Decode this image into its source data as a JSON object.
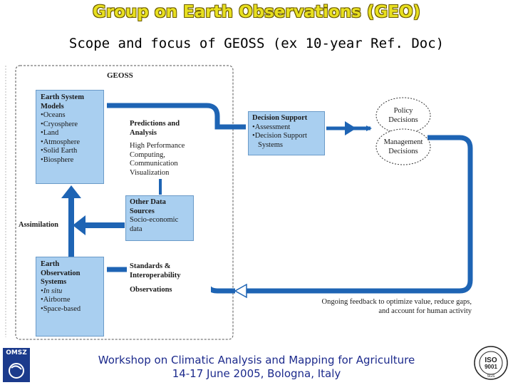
{
  "header": {
    "title": "Group on Earth Observations (GEO)",
    "subtitle": "Scope and focus of GEOSS (ex 10-year Ref. Doc)"
  },
  "diagram": {
    "frame_label": "GEOSS",
    "earth_system_models": {
      "title_line1": "Earth System",
      "title_line2": "Models",
      "items": [
        "Oceans",
        "Cryosphere",
        "Land",
        "Atmosphere",
        "Solid Earth",
        "Biosphere"
      ]
    },
    "predictions": {
      "title_line1": "Predictions and",
      "title_line2": "Analysis",
      "hpc_lines": [
        "High Performance",
        "Computing,",
        "Communication",
        "Visualization"
      ]
    },
    "other_data": {
      "lines": [
        "Other Data",
        "Sources"
      ],
      "socio_line1": "Socio-economic",
      "socio_line2": "data"
    },
    "assimilation": "Assimilation",
    "standards": {
      "line1": "Standards &",
      "line2": "Interoperability",
      "observations": "Observations"
    },
    "earth_observation_systems": {
      "title_lines": [
        "Earth",
        "Observation",
        "Systems"
      ],
      "items": [
        "In situ",
        "Airborne",
        "Space-based"
      ]
    },
    "decision_support": {
      "title": "Decision Support",
      "items": [
        "Assessment",
        "Decision Support",
        "Systems"
      ]
    },
    "policy_decisions": [
      "Policy",
      "Decisions"
    ],
    "management_decisions": [
      "Management",
      "Decisions"
    ],
    "feedback": {
      "line1": "Ongoing feedback to optimize value, reduce gaps,",
      "line2": "and account for human activity"
    },
    "colors": {
      "arrow": "#1e64b4",
      "box_fill": "#a9cff0"
    }
  },
  "footer": {
    "line1": "Workshop on Climatic Analysis and Mapping for Agriculture",
    "line2": "14-17 June 2005, Bologna, Italy"
  },
  "logos": {
    "left": "OMSZ",
    "right_iso": "ISO",
    "right_number": "9001",
    "right_cert": "SGS"
  },
  "icons": [
    "omsz-logo",
    "iso-9001-seal"
  ]
}
